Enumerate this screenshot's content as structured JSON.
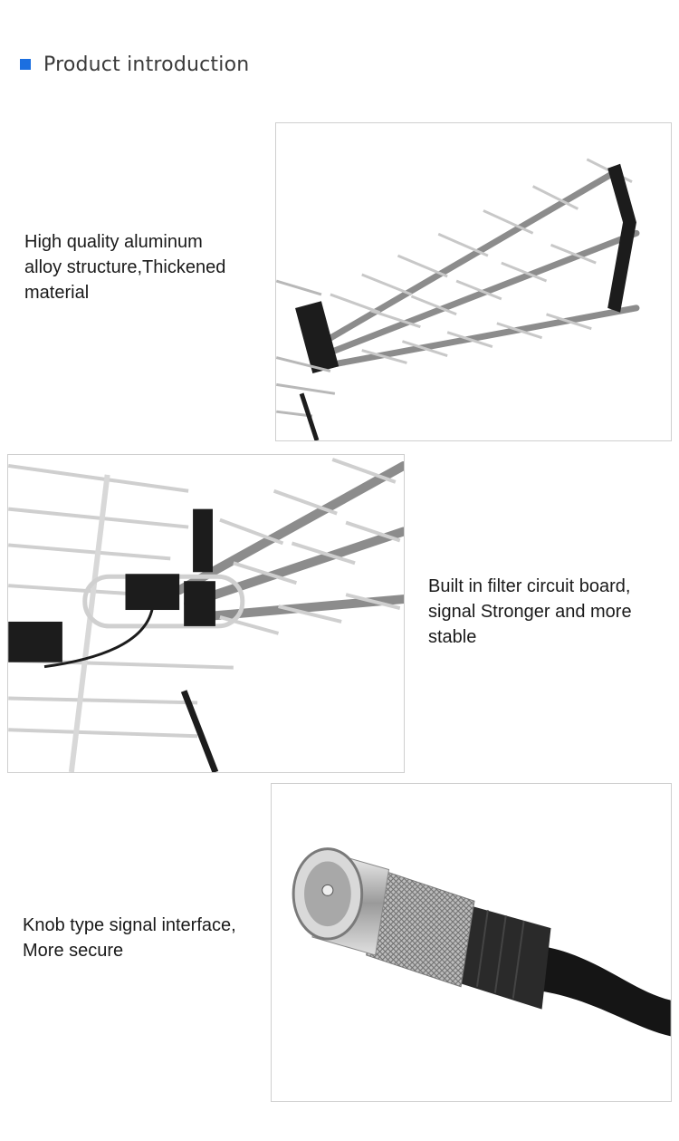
{
  "header": {
    "title": "Product introduction",
    "marker_color": "#1b6fe0"
  },
  "features": [
    {
      "lines": [
        "High quality aluminum",
        "alloy structure,Thickened",
        "material"
      ],
      "image": "antenna-overview-photo"
    },
    {
      "lines": [
        "Built in filter circuit board,",
        "signal Stronger and more",
        "stable"
      ],
      "image": "antenna-closeup-photo"
    },
    {
      "lines": [
        "Knob type signal interface,",
        "More secure"
      ],
      "image": "coax-connector-photo"
    }
  ]
}
